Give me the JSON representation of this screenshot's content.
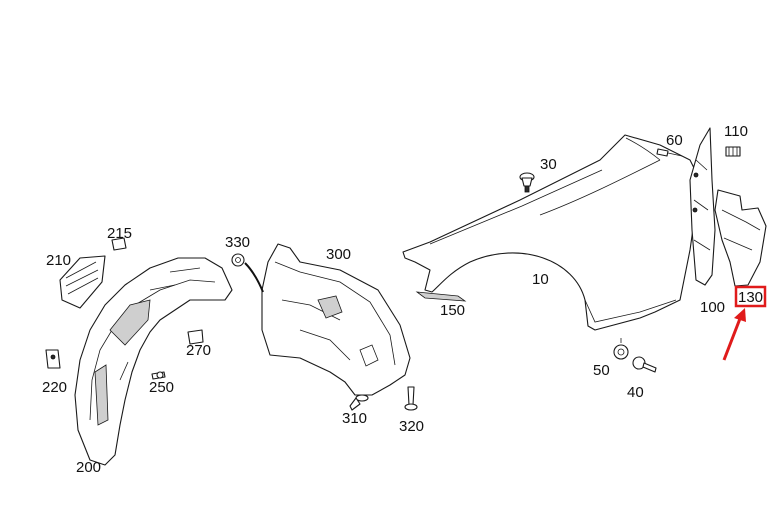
{
  "diagram": {
    "labels": {
      "p10": "10",
      "p30": "30",
      "p40": "40",
      "p50": "50",
      "p60": "60",
      "p100": "100",
      "p110": "110",
      "p130": "130",
      "p150": "150",
      "p200": "200",
      "p210": "210",
      "p215": "215",
      "p220": "220",
      "p250": "250",
      "p270": "270",
      "p300": "300",
      "p310": "310",
      "p320": "320",
      "p330": "330"
    },
    "highlight": {
      "part": "130",
      "box_color": "#e01b1b",
      "arrow_color": "#e01b1b"
    },
    "line_color": "#1a1a1a"
  }
}
